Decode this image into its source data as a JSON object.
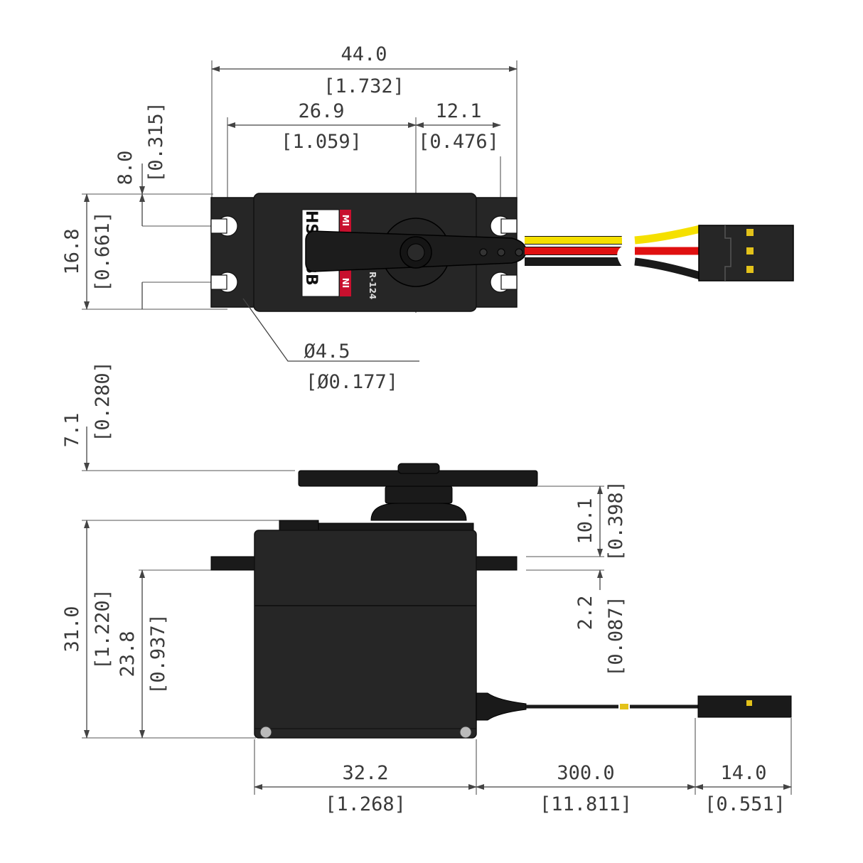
{
  "dimensions": {
    "overall_width": {
      "mm": "44.0",
      "in": "[1.732]"
    },
    "mount_to_shaft": {
      "mm": "26.9",
      "in": "[1.059]"
    },
    "shaft_to_mount": {
      "mm": "12.1",
      "in": "[0.476]"
    },
    "ear_offset": {
      "mm": "8.0",
      "in": "[0.315]"
    },
    "mount_spacing": {
      "mm": "16.8",
      "in": "[0.661]"
    },
    "hole_diameter": {
      "mm": "Ø4.5",
      "in": "[Ø0.177]"
    },
    "horn_height": {
      "mm": "7.1",
      "in": "[0.280]"
    },
    "spline_height": {
      "mm": "10.1",
      "in": "[0.398]"
    },
    "flange_thickness": {
      "mm": "2.2",
      "in": "[0.087]"
    },
    "case_height": {
      "mm": "31.0",
      "in": "[1.220]"
    },
    "flange_height": {
      "mm": "23.8",
      "in": "[0.937]"
    },
    "case_length": {
      "mm": "32.2",
      "in": "[1.268]"
    },
    "wire_length": {
      "mm": "300.0",
      "in": "[11.811]"
    },
    "connector_length": {
      "mm": "14.0",
      "in": "[0.551]"
    }
  },
  "servo_label": {
    "brand_top": "MI",
    "brand_bottom": "NI",
    "model_top": "HS",
    "model_bottom": "BB",
    "horn_marking": "R-124"
  },
  "colors": {
    "case": "#262626",
    "wire_signal": "#f5e000",
    "wire_power": "#e01010",
    "wire_ground": "#1a1a1a",
    "label_red": "#c8102e",
    "pin_gold": "#e3c21a"
  }
}
